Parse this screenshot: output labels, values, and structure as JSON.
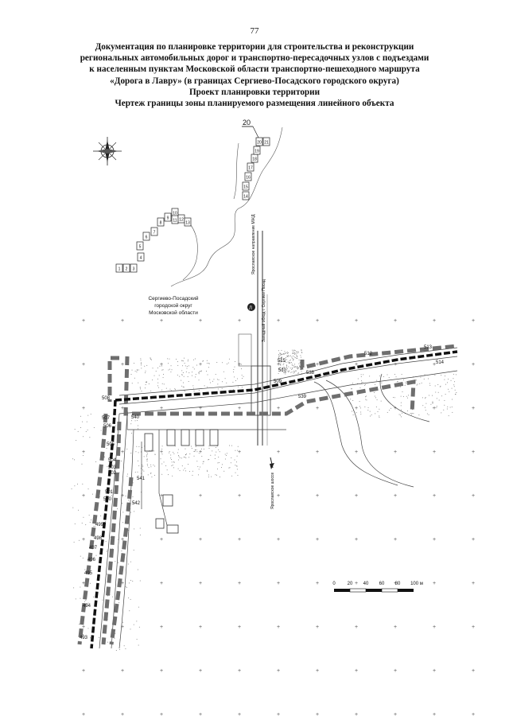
{
  "page_number": "77",
  "header": {
    "line1": "Документация по планировке территории для строительства и реконструкции",
    "line2": "региональных автомобильных дорог и транспортно-пересадочных узлов с подъездами",
    "line3": "к населенным пунктам Московской области транспортно-пешеходного маршрута",
    "line4": "«Дорога в Лавру» (в границах Сергиево-Посадского городского округа)",
    "line5": "Проект планировки территории",
    "line6": "Чертеж границы зоны планируемого размещения линейного объекта"
  },
  "map": {
    "sheet_index": "20",
    "index_squares": [
      "1",
      "2",
      "3",
      "4",
      "5",
      "6",
      "7",
      "8",
      "9",
      "10",
      "11",
      "12",
      "13",
      "14",
      "15",
      "16",
      "17",
      "18",
      "19",
      "20",
      "21"
    ],
    "district_label": [
      "Сергиево-Посадский",
      "городской округ",
      "Московской области"
    ],
    "railway_label": "Ярославское направление МЖД",
    "road_label_top": "Западный обход г. Сергиев Посад",
    "road_label_bottom": "Ярославское шоссе",
    "point_labels_right": [
      "512",
      "513",
      "514",
      "515",
      "510",
      "509",
      "538",
      "539",
      "540",
      "541",
      "542"
    ],
    "point_labels_left": [
      "508",
      "507",
      "506",
      "505",
      "504",
      "503",
      "502",
      "501",
      "500",
      "499",
      "498",
      "497",
      "496",
      "495",
      "494",
      "493"
    ],
    "scale": {
      "ticks": [
        "0",
        "20",
        "40",
        "60",
        "80",
        "100 м"
      ]
    },
    "colors": {
      "boundary": "#6e6e6e",
      "object_line": "#111111",
      "line_work": "#444444"
    }
  }
}
